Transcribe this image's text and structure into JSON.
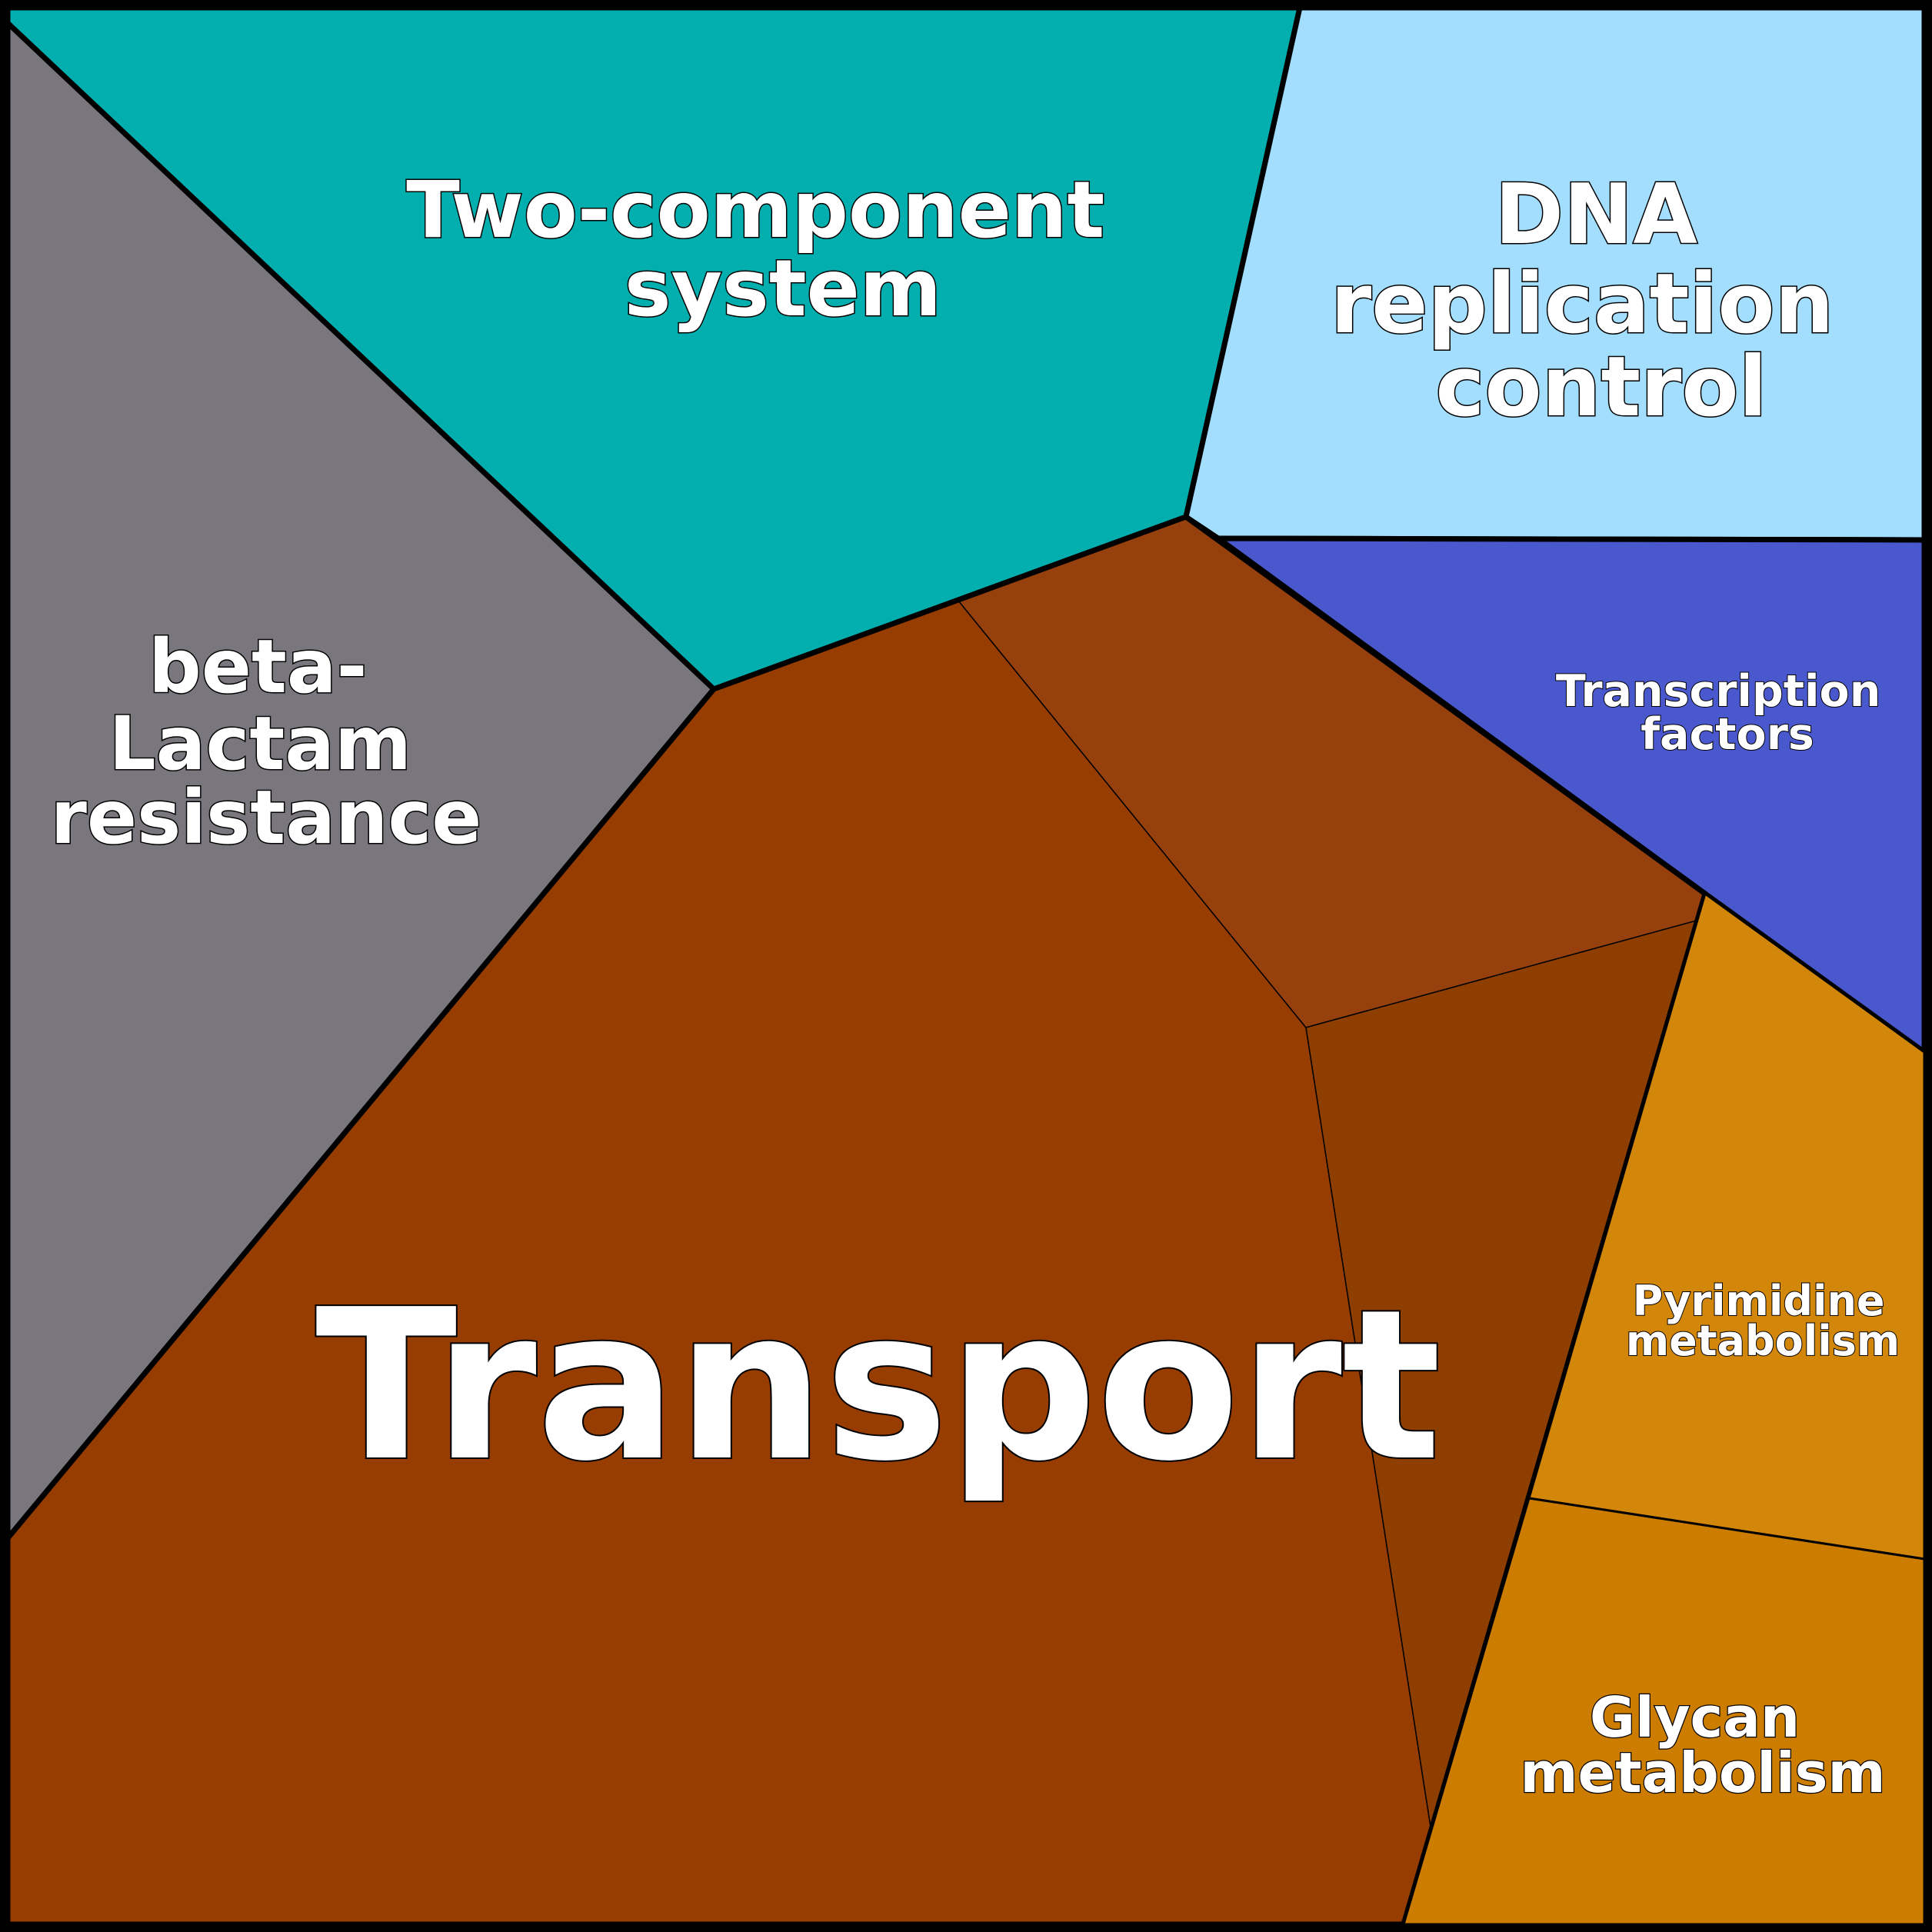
{
  "diagram": {
    "type": "voronoi-treemap",
    "colors": {
      "border": "#000000",
      "label_fill": "#ffffff",
      "label_outline": "#000000"
    },
    "cells": [
      {
        "id": "two-component-system",
        "label_lines": [
          "Two-component",
          "system"
        ],
        "color": "#02AEAE"
      },
      {
        "id": "dna-replication-control",
        "label_lines": [
          "DNA",
          "replication",
          "control"
        ],
        "color": "#A4DEFF"
      },
      {
        "id": "beta-lactam-resistance",
        "label_lines": [
          "beta-",
          "Lactam",
          "resistance"
        ],
        "color": "#7A767E"
      },
      {
        "id": "transcription-factors",
        "label_lines": [
          "Transcription",
          "factors"
        ],
        "color": "#4A58CD"
      },
      {
        "id": "transport",
        "label_lines": [
          "Transport"
        ],
        "color": "#973D01",
        "subcells": [
          {
            "id": "transport-sub-main",
            "color": "#973D01"
          },
          {
            "id": "transport-sub-upper",
            "color": "#96400D"
          },
          {
            "id": "transport-sub-lower",
            "color": "#8E3E01"
          }
        ]
      },
      {
        "id": "pyrimidine-metabolism",
        "label_lines": [
          "Pyrimidine",
          "metabolism"
        ],
        "color": "#D2860A"
      },
      {
        "id": "glycan-metabolism",
        "label_lines": [
          "Glycan",
          "metabolism"
        ],
        "color": "#CC7D00"
      }
    ]
  }
}
